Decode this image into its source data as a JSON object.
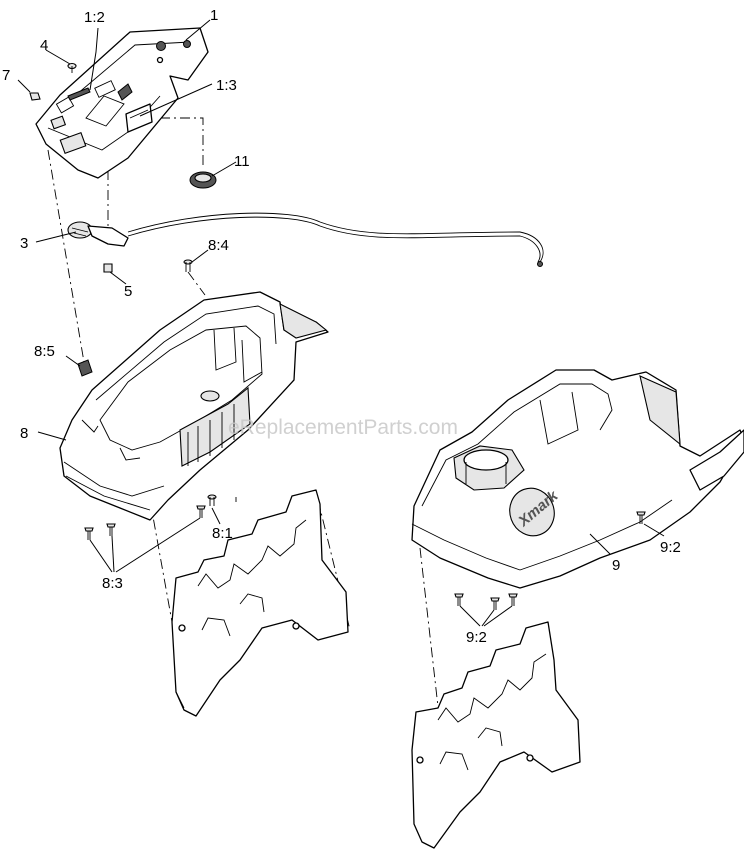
{
  "watermark": "eReplacementParts.com",
  "brand_logo": "Xmark",
  "callouts": {
    "c1": "1",
    "c1_2": "1:2",
    "c1_3": "1:3",
    "c3": "3",
    "c4": "4",
    "c5": "5",
    "c7": "7",
    "c8": "8",
    "c8_1": "8:1",
    "c8_3": "8:3",
    "c8_4": "8:4",
    "c8_5": "8:5",
    "c9": "9",
    "c9_2a": "9:2",
    "c9_2b": "9:2",
    "c11": "11"
  }
}
